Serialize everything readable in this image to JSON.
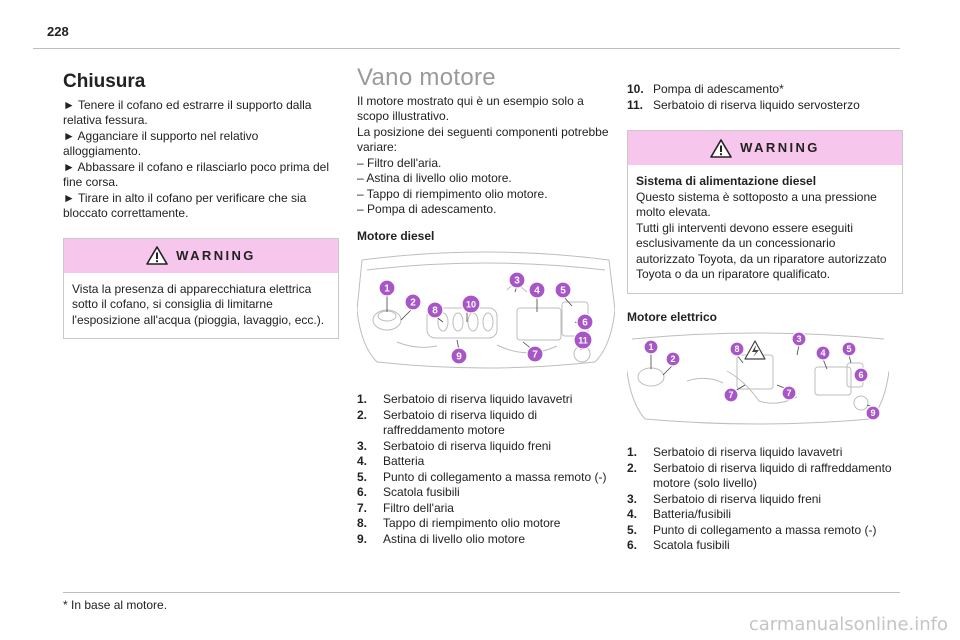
{
  "page_number": "228",
  "chiusura": {
    "title": "Chiusura",
    "steps": [
      "► Tenere il cofano ed estrarre il supporto dalla relativa fessura.",
      "► Agganciare il supporto nel relativo alloggiamento.",
      "► Abbassare il cofano e rilasciarlo poco prima del fine corsa.",
      "► Tirare in alto il cofano per verificare che sia bloccato correttamente."
    ],
    "warning": {
      "title": "WARNING",
      "text": "Vista la presenza di apparecchiatura elettrica sotto il cofano, si consiglia di limitarne l'esposizione all'acqua (pioggia, lavaggio, ecc.)."
    }
  },
  "vano_motore": {
    "title": "Vano motore",
    "intro1": "Il motore mostrato qui è un esempio solo a scopo illustrativo.",
    "intro2": "La posizione dei seguenti componenti potrebbe variare:",
    "variable_items": [
      "Filtro dell'aria.",
      "Astina di livello olio motore.",
      "Tappo di riempimento olio motore.",
      "Pompa di adescamento."
    ],
    "diesel_heading": "Motore diesel",
    "diesel_callouts": [
      "1",
      "2",
      "8",
      "9",
      "10",
      "3",
      "4",
      "5",
      "6",
      "7",
      "11"
    ],
    "diesel_list": [
      {
        "num": "1.",
        "text": "Serbatoio di riserva liquido lavavetri"
      },
      {
        "num": "2.",
        "text": "Serbatoio di riserva liquido di raffreddamento motore"
      },
      {
        "num": "3.",
        "text": "Serbatoio di riserva liquido freni"
      },
      {
        "num": "4.",
        "text": "Batteria"
      },
      {
        "num": "5.",
        "text": "Punto di collegamento a massa remoto (-)"
      },
      {
        "num": "6.",
        "text": "Scatola fusibili"
      },
      {
        "num": "7.",
        "text": "Filtro dell'aria"
      },
      {
        "num": "8.",
        "text": "Tappo di riempimento olio motore"
      },
      {
        "num": "9.",
        "text": "Astina di livello olio motore"
      }
    ]
  },
  "col3": {
    "continued_list": [
      {
        "num": "10.",
        "text": "Pompa di adescamento*"
      },
      {
        "num": "11.",
        "text": "Serbatoio di riserva liquido servosterzo"
      }
    ],
    "warning": {
      "title": "WARNING",
      "heading": "Sistema di alimentazione diesel",
      "text1": "Questo sistema è sottoposto a una pressione molto elevata.",
      "text2": "Tutti gli interventi devono essere eseguiti esclusivamente da un concessionario autorizzato Toyota, da un riparatore autorizzato Toyota o da un riparatore qualificato."
    },
    "electric_heading": "Motore elettrico",
    "electric_callouts": [
      "1",
      "2",
      "8",
      "3",
      "4",
      "5",
      "6",
      "7",
      "7",
      "9"
    ],
    "electric_list": [
      {
        "num": "1.",
        "text": "Serbatoio di riserva liquido lavavetri"
      },
      {
        "num": "2.",
        "text": "Serbatoio di riserva liquido di raffreddamento motore (solo livello)"
      },
      {
        "num": "3.",
        "text": "Serbatoio di riserva liquido freni"
      },
      {
        "num": "4.",
        "text": "Batteria/fusibili"
      },
      {
        "num": "5.",
        "text": "Punto di collegamento a massa remoto (-)"
      },
      {
        "num": "6.",
        "text": "Scatola fusibili"
      }
    ]
  },
  "footnote": "* In base al motore.",
  "watermark": "carmanualsonline.info",
  "colors": {
    "warning_header": "#f6c6ec",
    "callout": "#a855c8",
    "rule": "#bdbdbd",
    "watermark": "#c4c4c4"
  }
}
